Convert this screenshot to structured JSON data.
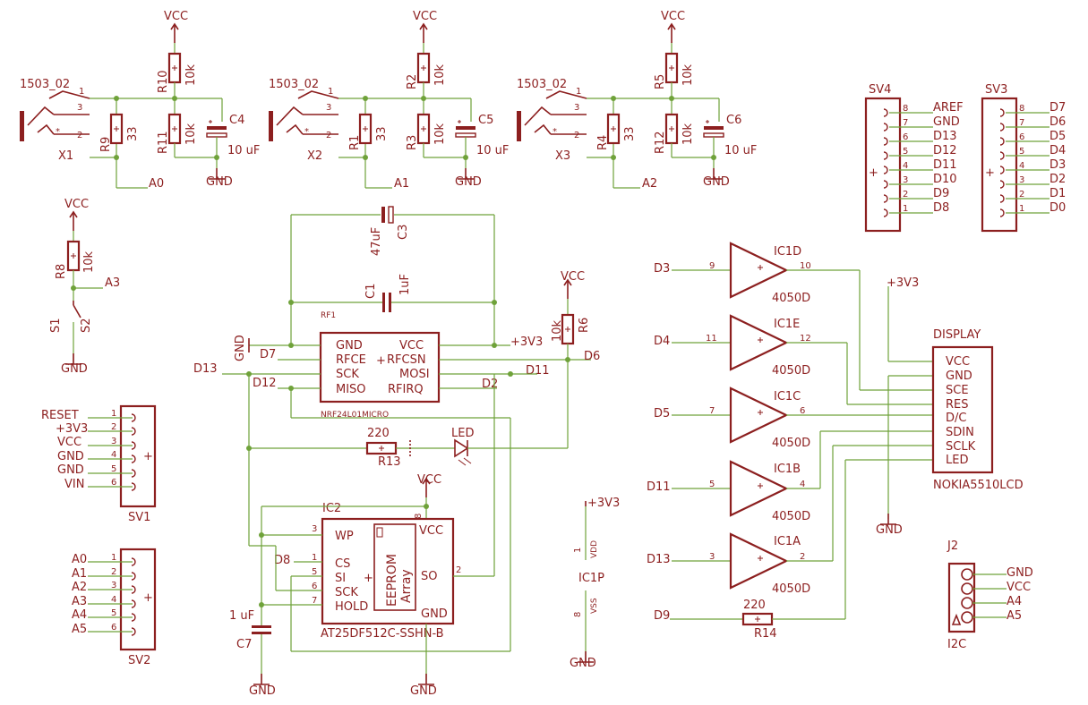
{
  "schematic": {
    "supplies": {
      "vcc": "VCC",
      "gnd": "GND",
      "v33": "+3V3"
    },
    "jacks": [
      {
        "name": "X1",
        "type": "1503_02",
        "pins": [
          "1",
          "3",
          "2"
        ]
      },
      {
        "name": "X2",
        "type": "1503_02",
        "pins": [
          "1",
          "3",
          "2"
        ]
      },
      {
        "name": "X3",
        "type": "1503_02",
        "pins": [
          "1",
          "3",
          "2"
        ]
      }
    ],
    "resistors": {
      "R10": {
        "name": "R10",
        "value": "10k"
      },
      "R11": {
        "name": "R11",
        "value": "10k"
      },
      "R9": {
        "name": "R9",
        "value": "33"
      },
      "R2": {
        "name": "R2",
        "value": "10k"
      },
      "R3": {
        "name": "R3",
        "value": "10k"
      },
      "R1": {
        "name": "R1",
        "value": "33"
      },
      "R5": {
        "name": "R5",
        "value": "10k"
      },
      "R12": {
        "name": "R12",
        "value": "10k"
      },
      "R4": {
        "name": "R4",
        "value": "33"
      },
      "R8": {
        "name": "R8",
        "value": "10k"
      },
      "R6": {
        "name": "R6",
        "value": "10k"
      },
      "R13": {
        "name": "R13",
        "value": "220"
      },
      "R14": {
        "name": "R14",
        "value": "220"
      }
    },
    "capacitors": {
      "C4": {
        "name": "C4",
        "value": "10 uF"
      },
      "C5": {
        "name": "C5",
        "value": "10 uF"
      },
      "C6": {
        "name": "C6",
        "value": "10 uF"
      },
      "C3": {
        "name": "C3",
        "value": "47uF"
      },
      "C1": {
        "name": "C1",
        "value": "1uF"
      },
      "C7": {
        "name": "C7",
        "value": "1 uF"
      }
    },
    "analog_nets": [
      "A0",
      "A1",
      "A2",
      "A3"
    ],
    "switch": {
      "s1": "S1",
      "s2": "S2"
    },
    "rf_module": {
      "name": "RF1",
      "part": "NRF24L01MICRO",
      "left_pins": [
        "GND",
        "RFCE",
        "SCK",
        "MISO"
      ],
      "right_pins": [
        "VCC",
        "RFCSN",
        "MOSI",
        "RFIRQ"
      ],
      "nets": {
        "gnd": "GND",
        "d7": "D7",
        "d13": "D13",
        "d12": "D12",
        "d6": "D6",
        "d11": "D11",
        "d2": "D2"
      }
    },
    "led": {
      "name": "LED"
    },
    "eeprom": {
      "name": "IC2",
      "part": "AT25DF512C-SSHN-B",
      "left_pins": [
        "WP",
        "CS",
        "SI",
        "SCK",
        "HOLD"
      ],
      "left_nums": [
        "3",
        "1",
        "5",
        "6",
        "7"
      ],
      "right_pins": [
        "VCC",
        "SO",
        "GND"
      ],
      "right_nums": [
        "8",
        "2"
      ],
      "array_line1": "EEPROM",
      "array_line2": "Array",
      "net_d8": "D8"
    },
    "power_block": {
      "name": "IC1P",
      "vdd": "VDD",
      "vss": "VSS",
      "pin_top": "1",
      "pin_bot": "8"
    },
    "sv1": {
      "name": "SV1",
      "labels": [
        "RESET",
        "+3V3",
        "VCC",
        "GND",
        "GND",
        "VIN"
      ],
      "nums": [
        "1",
        "2",
        "3",
        "4",
        "5",
        "6"
      ]
    },
    "sv2": {
      "name": "SV2",
      "labels": [
        "A0",
        "A1",
        "A2",
        "A3",
        "A4",
        "A5"
      ],
      "nums": [
        "1",
        "2",
        "3",
        "4",
        "5",
        "6"
      ]
    },
    "sv4": {
      "name": "SV4",
      "labels": [
        "AREF",
        "GND",
        "D13",
        "D12",
        "D11",
        "D10",
        "D9",
        "D8"
      ],
      "nums": [
        "8",
        "7",
        "6",
        "5",
        "4",
        "3",
        "2",
        "1"
      ]
    },
    "sv3": {
      "name": "SV3",
      "labels": [
        "D7",
        "D6",
        "D5",
        "D4",
        "D3",
        "D2",
        "D1",
        "D0"
      ],
      "nums": [
        "8",
        "7",
        "6",
        "5",
        "4",
        "3",
        "2",
        "1"
      ]
    },
    "buffers": [
      {
        "name": "IC1D",
        "part": "4050D",
        "input": "D3",
        "pin_in": "9",
        "pin_out": "10"
      },
      {
        "name": "IC1E",
        "part": "4050D",
        "input": "D4",
        "pin_in": "11",
        "pin_out": "12"
      },
      {
        "name": "IC1C",
        "part": "4050D",
        "input": "D5",
        "pin_in": "7",
        "pin_out": "6"
      },
      {
        "name": "IC1B",
        "part": "4050D",
        "input": "D11",
        "pin_in": "5",
        "pin_out": "4"
      },
      {
        "name": "IC1A",
        "part": "4050D",
        "input": "D13",
        "pin_in": "3",
        "pin_out": "2"
      }
    ],
    "net_d9": "D9",
    "display": {
      "title": "DISPLAY",
      "part": "NOKIA5510LCD",
      "pins": [
        "VCC",
        "GND",
        "SCE",
        "RES",
        "D/C",
        "SDIN",
        "SCLK",
        "LED"
      ],
      "gnd": "GND",
      "supply": "+3V3"
    },
    "i2c": {
      "name": "J2",
      "label": "I2C",
      "pins": [
        "GND",
        "VCC",
        "A4",
        "A5"
      ]
    }
  }
}
